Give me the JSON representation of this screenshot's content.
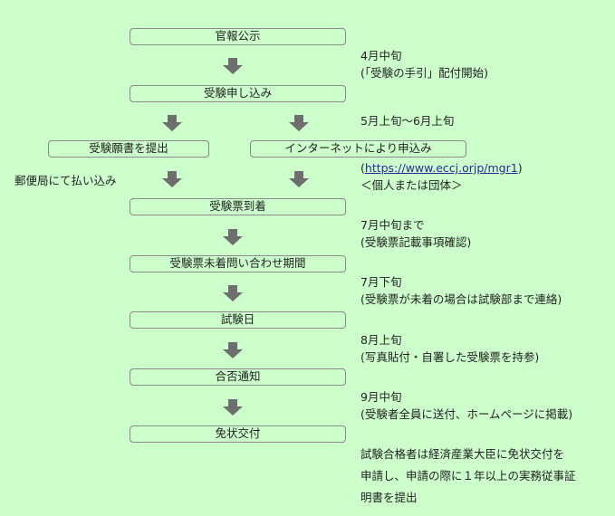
{
  "steps": {
    "gazette": "官報公示",
    "apply": "受験申し込み",
    "apply_paper": "受験願書を提出",
    "apply_internet": "インターネットにより申込み",
    "ticket": "受験票到着",
    "inquiry": "受験票未着問い合わせ期間",
    "exam": "試験日",
    "result": "合否通知",
    "license": "免状交付"
  },
  "side_labels": {
    "post": "郵便局にて払い込み"
  },
  "notes": {
    "n1_a": "4月中旬",
    "n1_b": "(「受験の手引」配付開始)",
    "n2": "5月上旬〜6月上旬",
    "n3_open": "(",
    "n3_url": "https://www.eccj.orjp/mgr1",
    "n3_close": ")",
    "n3_b": "＜個人または団体＞",
    "n4_a": "7月中旬まで",
    "n4_b": "(受験票記載事項確認)",
    "n5_a": "7月下旬",
    "n5_b": "(受験票が未着の場合は試験部まで連絡)",
    "n6_a": "8月上旬",
    "n6_b": "(写真貼付・自署した受験票を持参)",
    "n7_a": "9月中旬",
    "n7_b": "(受験者全員に送付、ホームページに掲載)",
    "n8_a": "試験合格者は経済産業大臣に免状交付を",
    "n8_b": "申請し、申請の際に１年以上の実務従事証",
    "n8_c": "明書を提出"
  },
  "colors": {
    "background": "#ccffcc",
    "box_border": "#8a8a8a",
    "arrow": "#6e6e6e",
    "link": "#2a2a9a"
  },
  "icons": {
    "flow_arrow": "down-arrow-icon"
  }
}
